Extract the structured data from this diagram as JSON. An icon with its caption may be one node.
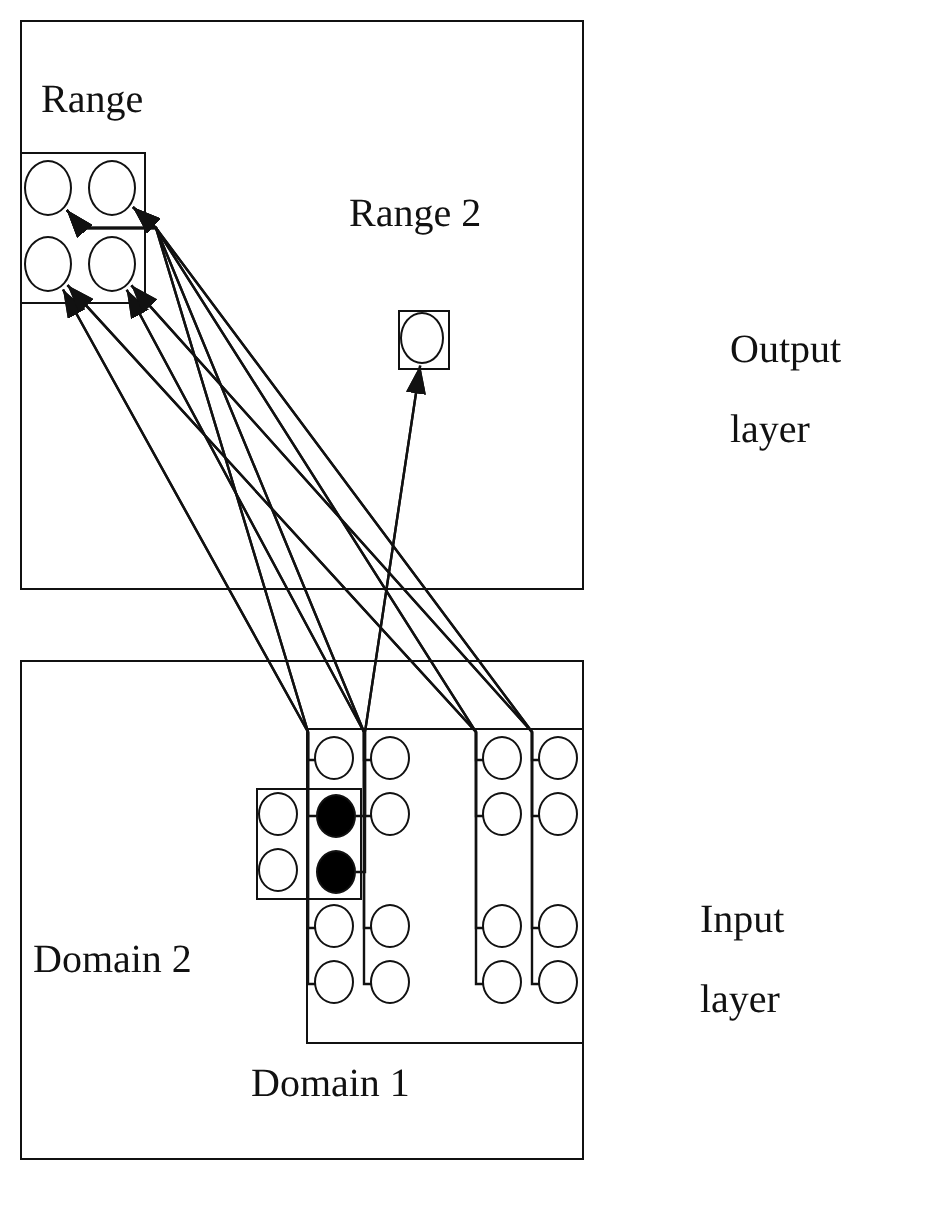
{
  "diagram": {
    "nodes": [
      {
        "text": [],
        "shape": "box",
        "beside": [
          "Output layer"
        ]
      },
      {
        "text": [
          "Range"
        ],
        "in": 0
      },
      {
        "text": [],
        "shape": "circle",
        "in": 1
      },
      {
        "text": [],
        "shape": "circle",
        "in": 1
      },
      {
        "text": [],
        "shape": "circle",
        "in": 1
      },
      {
        "text": [],
        "shape": "circle",
        "in": 1
      },
      {
        "text": [
          "Range 2"
        ],
        "in": 0
      },
      {
        "text": [],
        "shape": "circle",
        "in": 6
      },
      {
        "text": [],
        "shape": "box",
        "beside": [
          "Input layer"
        ]
      },
      {
        "text": [
          "Domain 1"
        ],
        "in": 8
      },
      {
        "text": [],
        "shape": "circle",
        "in": 9
      },
      {
        "text": [],
        "shape": "circle",
        "in": 9
      },
      {
        "text": [],
        "shape": "circle",
        "in": 9
      },
      {
        "text": [],
        "shape": "circle",
        "in": 9
      },
      {
        "text": [],
        "shape": "circle",
        "in": 9
      },
      {
        "text": [],
        "shape": "circle",
        "in": 9
      },
      {
        "text": [],
        "shape": "circle",
        "in": 9
      },
      {
        "text": [],
        "shape": "circle",
        "in": 9
      },
      {
        "text": [],
        "shape": "circle",
        "in": 9
      },
      {
        "text": [],
        "shape": "circle",
        "in": 9
      },
      {
        "text": [],
        "shape": "circle",
        "in": 9
      },
      {
        "text": [],
        "shape": "circle",
        "in": 9
      },
      {
        "text": [],
        "shape": "circle",
        "in": 9
      },
      {
        "text": [],
        "shape": "circle",
        "in": 9
      },
      {
        "text": [],
        "shape": "circle",
        "in": 9
      },
      {
        "text": [
          "Domain 2"
        ],
        "in": 8
      },
      {
        "text": [],
        "shape": "circle",
        "in": 25
      },
      {
        "text": [],
        "shape": "circle"
      },
      {
        "text": [],
        "shape": "circle",
        "in": 25
      },
      {
        "text": [],
        "shape": "circle"
      }
    ],
    "edges": [
      {
        "from": 10,
        "to": 2,
        "arrow": "to"
      },
      {
        "from": 12,
        "to": 2,
        "arrow": "to"
      },
      {
        "from": 17,
        "to": 2,
        "arrow": "to"
      },
      {
        "from": 19,
        "to": 2,
        "arrow": "to"
      },
      {
        "from": 11,
        "to": 3,
        "arrow": "to"
      },
      {
        "from": 13,
        "to": 3,
        "arrow": "to"
      },
      {
        "from": 18,
        "to": 3,
        "arrow": "to"
      },
      {
        "from": 20,
        "to": 3,
        "arrow": "to"
      },
      {
        "from": 27,
        "to": 4,
        "arrow": "to"
      },
      {
        "from": 15,
        "to": 4,
        "arrow": "to"
      },
      {
        "from": 21,
        "to": 4,
        "arrow": "to"
      },
      {
        "from": 23,
        "to": 4,
        "arrow": "to"
      },
      {
        "from": 14,
        "to": 5,
        "arrow": "to"
      },
      {
        "from": 16,
        "to": 5,
        "arrow": "to"
      },
      {
        "from": 22,
        "to": 5,
        "arrow": "to"
      },
      {
        "from": 24,
        "to": 5,
        "arrow": "to"
      },
      {
        "from": 27,
        "to": 7,
        "arrow": "to"
      },
      {
        "from": 29,
        "to": 7,
        "arrow": "to"
      }
    ]
  }
}
